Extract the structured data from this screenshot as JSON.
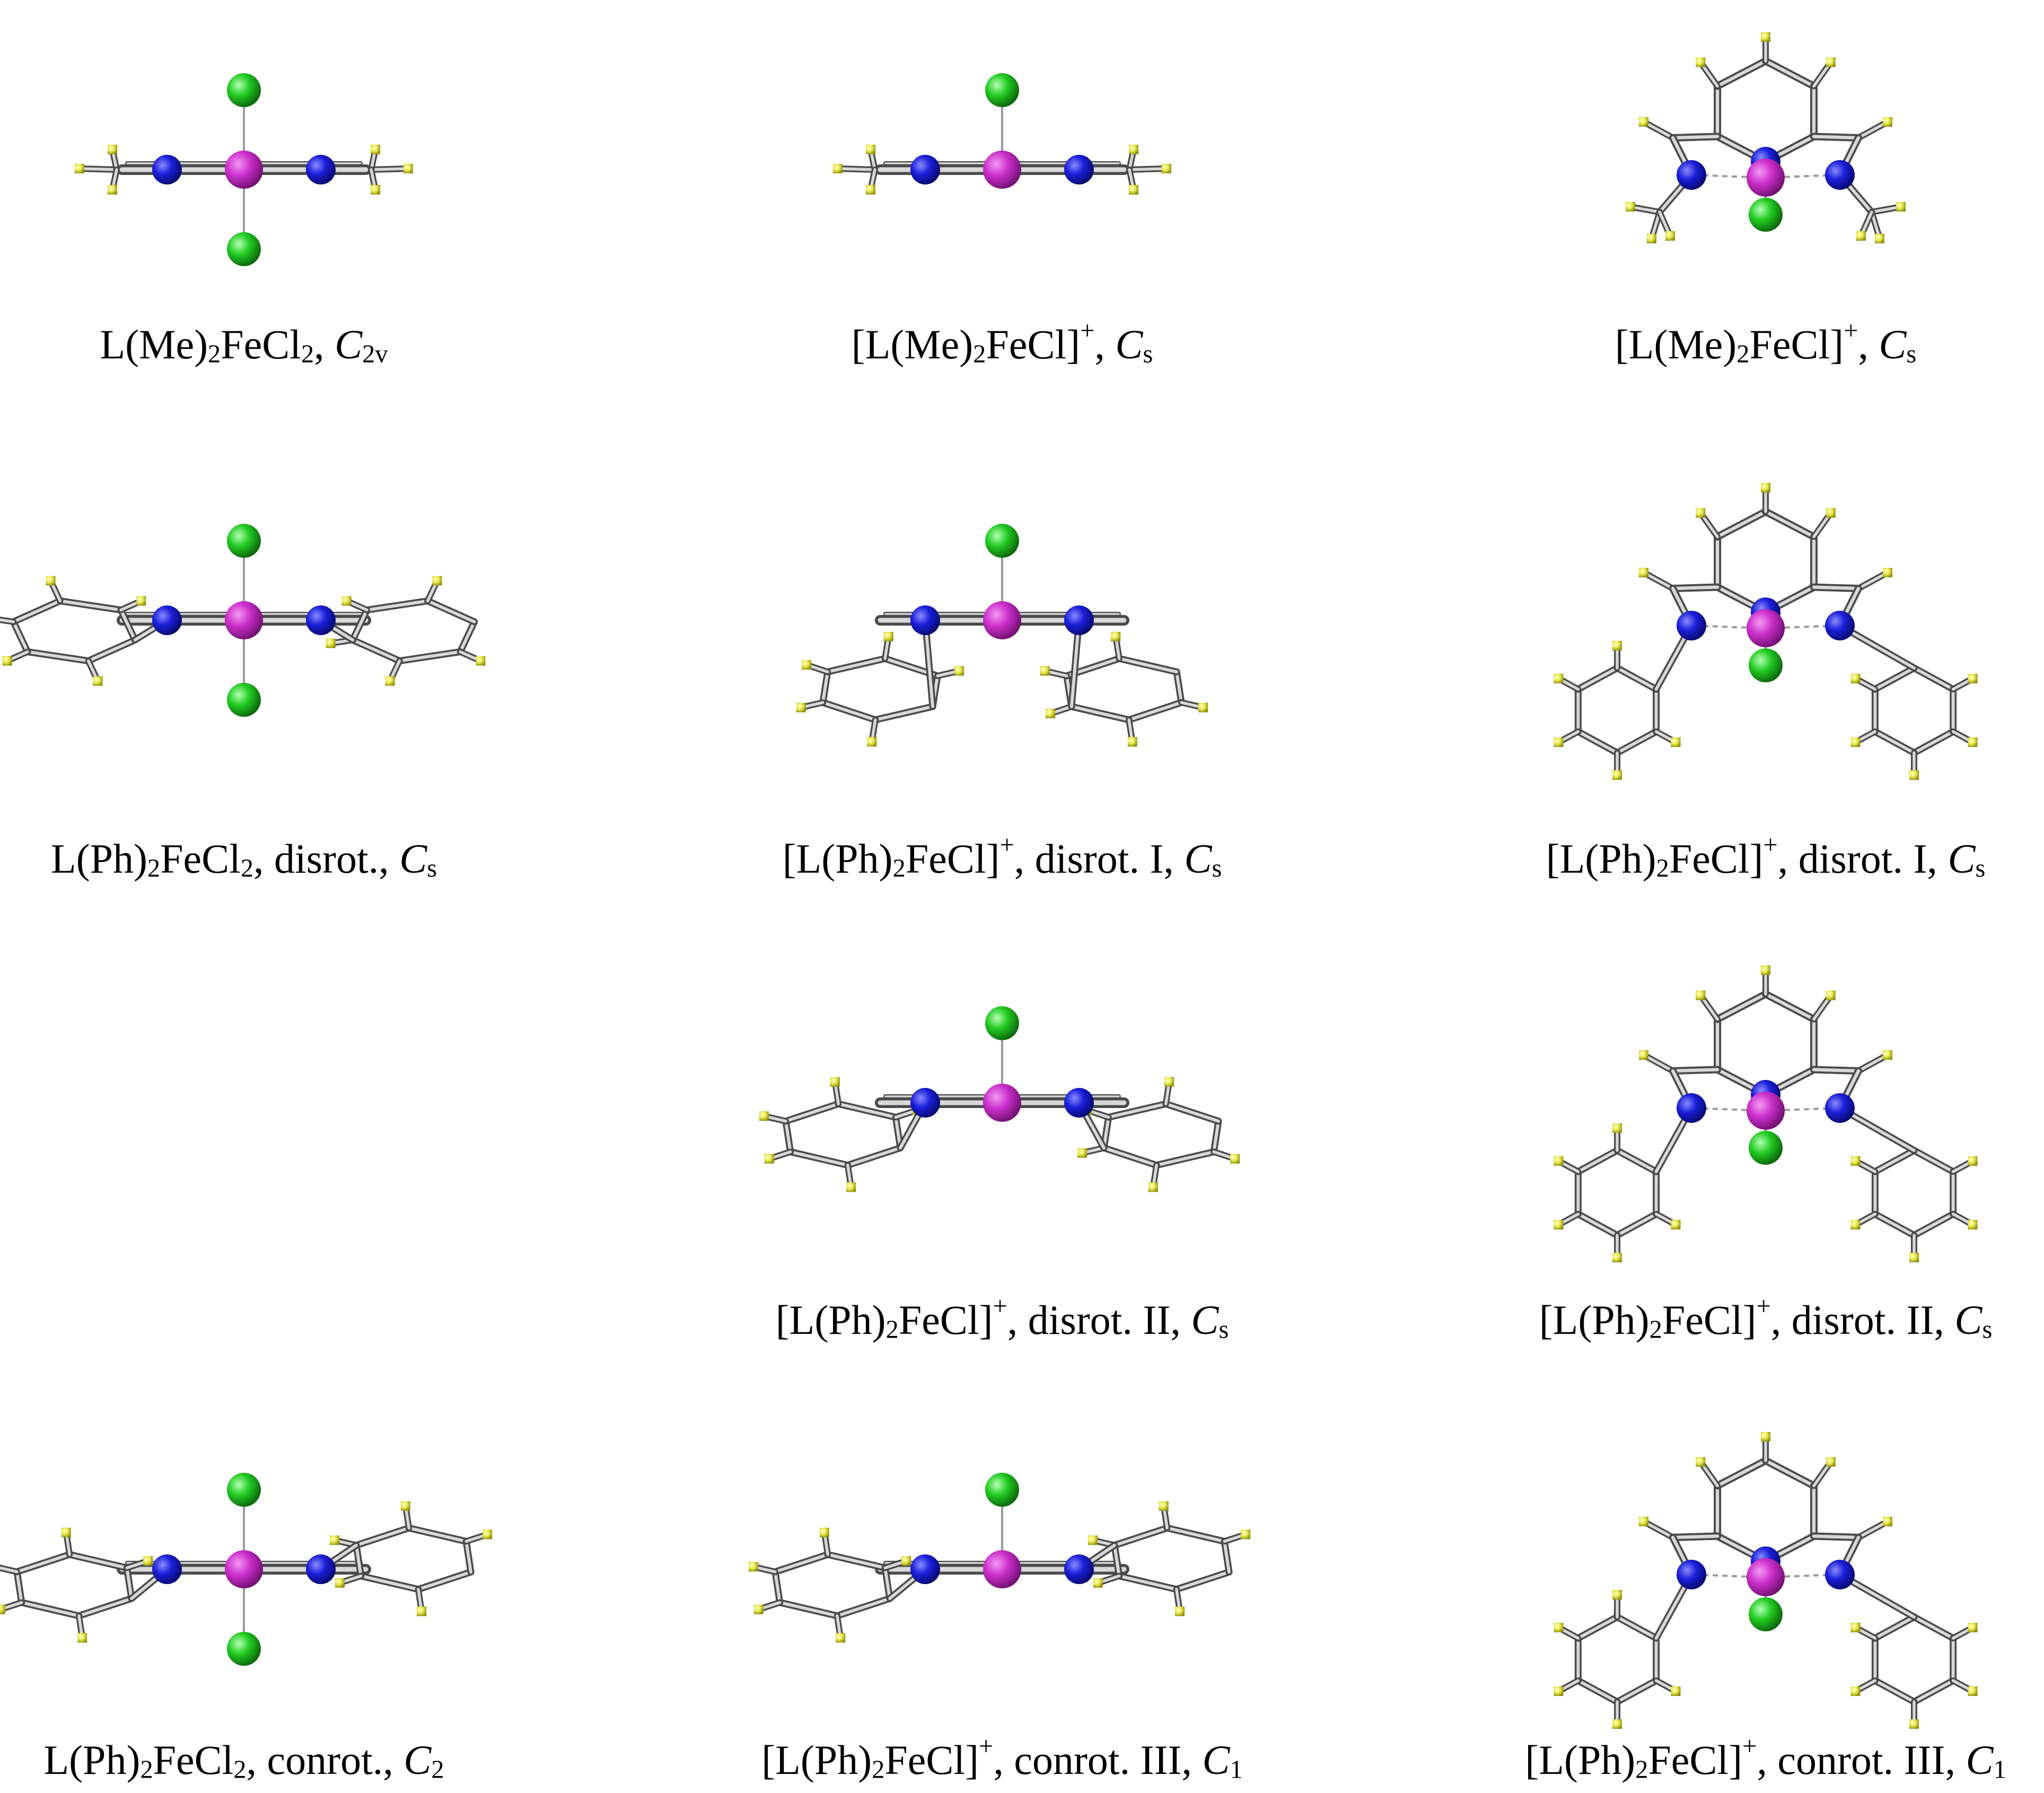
{
  "colors": {
    "fe": "#cc2fcc",
    "n": "#1b1fd9",
    "cl": "#22cc22",
    "c": "#8a8a8a",
    "h": "#e8e84a"
  },
  "captions": [
    {
      "row": 0,
      "col": 0,
      "parts": [
        [
          "t",
          "L(Me)"
        ],
        [
          "sub",
          "2"
        ],
        [
          "t",
          "FeCl"
        ],
        [
          "sub",
          "2"
        ],
        [
          "t",
          ", "
        ],
        [
          "i",
          "C"
        ],
        [
          "sub",
          "2v"
        ]
      ]
    },
    {
      "row": 0,
      "col": 1,
      "parts": [
        [
          "t",
          "[L(Me)"
        ],
        [
          "sub",
          "2"
        ],
        [
          "t",
          "FeCl]"
        ],
        [
          "sup",
          "+"
        ],
        [
          "t",
          ", "
        ],
        [
          "i",
          "C"
        ],
        [
          "sub",
          "s"
        ]
      ]
    },
    {
      "row": 0,
      "col": 2,
      "parts": [
        [
          "t",
          "[L(Me)"
        ],
        [
          "sub",
          "2"
        ],
        [
          "t",
          "FeCl]"
        ],
        [
          "sup",
          "+"
        ],
        [
          "t",
          ", "
        ],
        [
          "i",
          "C"
        ],
        [
          "sub",
          "s"
        ]
      ]
    },
    {
      "row": 1,
      "col": 0,
      "parts": [
        [
          "t",
          "L(Ph)"
        ],
        [
          "sub",
          "2"
        ],
        [
          "t",
          "FeCl"
        ],
        [
          "sub",
          "2"
        ],
        [
          "t",
          ", disrot., "
        ],
        [
          "i",
          "C"
        ],
        [
          "sub",
          "s"
        ]
      ]
    },
    {
      "row": 1,
      "col": 1,
      "parts": [
        [
          "t",
          "[L(Ph)"
        ],
        [
          "sub",
          "2"
        ],
        [
          "t",
          "FeCl]"
        ],
        [
          "sup",
          "+"
        ],
        [
          "t",
          ", disrot. I, "
        ],
        [
          "i",
          "C"
        ],
        [
          "sub",
          "s"
        ]
      ]
    },
    {
      "row": 1,
      "col": 2,
      "parts": [
        [
          "t",
          "[L(Ph)"
        ],
        [
          "sub",
          "2"
        ],
        [
          "t",
          "FeCl]"
        ],
        [
          "sup",
          "+"
        ],
        [
          "t",
          ", disrot. I, "
        ],
        [
          "i",
          "C"
        ],
        [
          "sub",
          "s"
        ]
      ]
    },
    {
      "row": 2,
      "col": 1,
      "parts": [
        [
          "t",
          "[L(Ph)"
        ],
        [
          "sub",
          "2"
        ],
        [
          "t",
          "FeCl]"
        ],
        [
          "sup",
          "+"
        ],
        [
          "t",
          ", disrot. II, "
        ],
        [
          "i",
          "C"
        ],
        [
          "sub",
          "s"
        ]
      ]
    },
    {
      "row": 2,
      "col": 2,
      "parts": [
        [
          "t",
          "[L(Ph)"
        ],
        [
          "sub",
          "2"
        ],
        [
          "t",
          "FeCl]"
        ],
        [
          "sup",
          "+"
        ],
        [
          "t",
          ", disrot. II, "
        ],
        [
          "i",
          "C"
        ],
        [
          "sub",
          "s"
        ]
      ]
    },
    {
      "row": 3,
      "col": 0,
      "parts": [
        [
          "t",
          "L(Ph)"
        ],
        [
          "sub",
          "2"
        ],
        [
          "t",
          "FeCl"
        ],
        [
          "sub",
          "2"
        ],
        [
          "t",
          ", conrot., "
        ],
        [
          "i",
          "C"
        ],
        [
          "sub",
          "2"
        ]
      ]
    },
    {
      "row": 3,
      "col": 1,
      "parts": [
        [
          "t",
          "[L(Ph)"
        ],
        [
          "sub",
          "2"
        ],
        [
          "t",
          "FeCl]"
        ],
        [
          "sup",
          "+"
        ],
        [
          "t",
          ", conrot. III, "
        ],
        [
          "i",
          "C"
        ],
        [
          "sub",
          "1"
        ]
      ]
    },
    {
      "row": 3,
      "col": 2,
      "parts": [
        [
          "t",
          "[L(Ph)"
        ],
        [
          "sub",
          "2"
        ],
        [
          "t",
          "FeCl]"
        ],
        [
          "sup",
          "+"
        ],
        [
          "t",
          ", conrot. III, "
        ],
        [
          "i",
          "C"
        ],
        [
          "sub",
          "1"
        ]
      ]
    }
  ],
  "molecules": [
    {
      "row": 0,
      "col": 0,
      "ligand": "Me",
      "chlorides": 2,
      "view": "side",
      "rings": "flat"
    },
    {
      "row": 0,
      "col": 1,
      "ligand": "Me",
      "chlorides": 1,
      "view": "side",
      "rings": "flat"
    },
    {
      "row": 0,
      "col": 2,
      "ligand": "Me",
      "chlorides": 1,
      "view": "top",
      "rings": "none"
    },
    {
      "row": 1,
      "col": 0,
      "ligand": "Ph",
      "chlorides": 2,
      "view": "side",
      "rings": "disrot"
    },
    {
      "row": 1,
      "col": 1,
      "ligand": "Ph",
      "chlorides": 1,
      "view": "side",
      "rings": "disrot-down"
    },
    {
      "row": 1,
      "col": 2,
      "ligand": "Ph",
      "chlorides": 1,
      "view": "top",
      "rings": "down"
    },
    {
      "row": 2,
      "col": 1,
      "ligand": "Ph",
      "chlorides": 1,
      "view": "side",
      "rings": "disrot-flat"
    },
    {
      "row": 2,
      "col": 2,
      "ligand": "Ph",
      "chlorides": 1,
      "view": "top",
      "rings": "side"
    },
    {
      "row": 3,
      "col": 0,
      "ligand": "Ph",
      "chlorides": 2,
      "view": "side",
      "rings": "conrot"
    },
    {
      "row": 3,
      "col": 1,
      "ligand": "Ph",
      "chlorides": 1,
      "view": "side",
      "rings": "conrot"
    },
    {
      "row": 3,
      "col": 2,
      "ligand": "Ph",
      "chlorides": 1,
      "view": "top",
      "rings": "conrot"
    }
  ]
}
